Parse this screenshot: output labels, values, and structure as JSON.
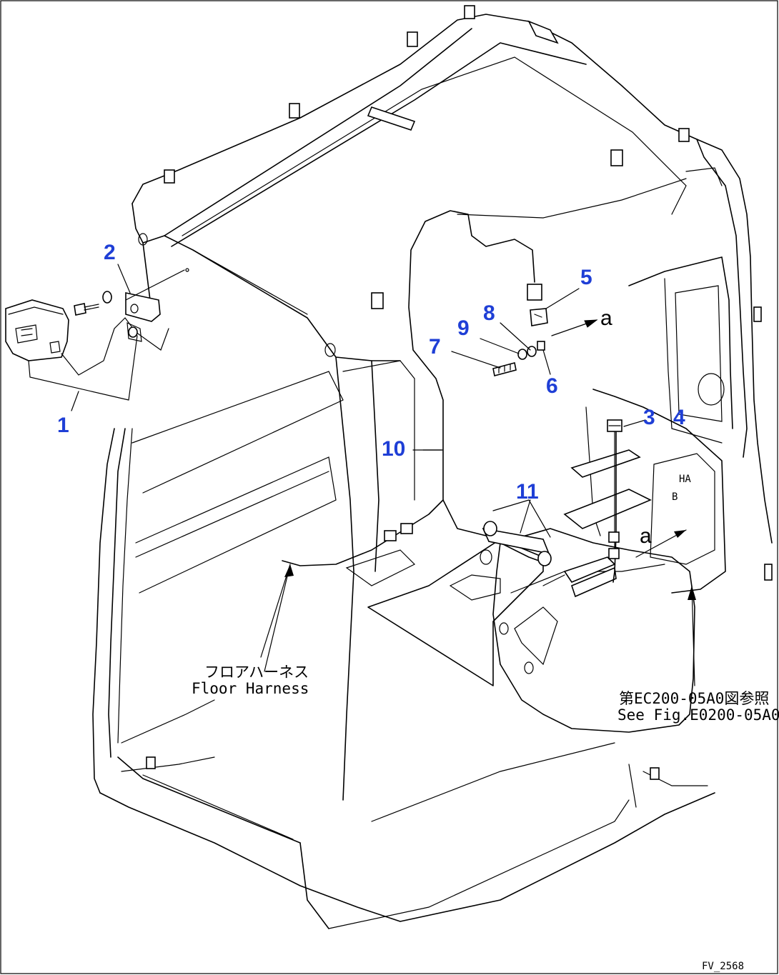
{
  "callouts": [
    {
      "id": "1",
      "text": "1"
    },
    {
      "id": "2",
      "text": "2"
    },
    {
      "id": "3",
      "text": "3"
    },
    {
      "id": "4",
      "text": "4"
    },
    {
      "id": "5",
      "text": "5"
    },
    {
      "id": "6",
      "text": "6"
    },
    {
      "id": "7",
      "text": "7"
    },
    {
      "id": "8",
      "text": "8"
    },
    {
      "id": "9",
      "text": "9"
    },
    {
      "id": "10",
      "text": "10"
    },
    {
      "id": "11",
      "text": "11"
    }
  ],
  "detail_marks": {
    "upper": "a",
    "lower": "a"
  },
  "floor_harness": {
    "jp": "フロアハーネス",
    "en": "Floor Harness"
  },
  "reference": {
    "jp": "第EC200-05A0図参照",
    "en": "See Fig.E0200-05A0"
  },
  "drawing_code": "FV_2568",
  "colors": {
    "callout": "#1f3fd6",
    "line": "#000000",
    "background": "#ffffff"
  }
}
